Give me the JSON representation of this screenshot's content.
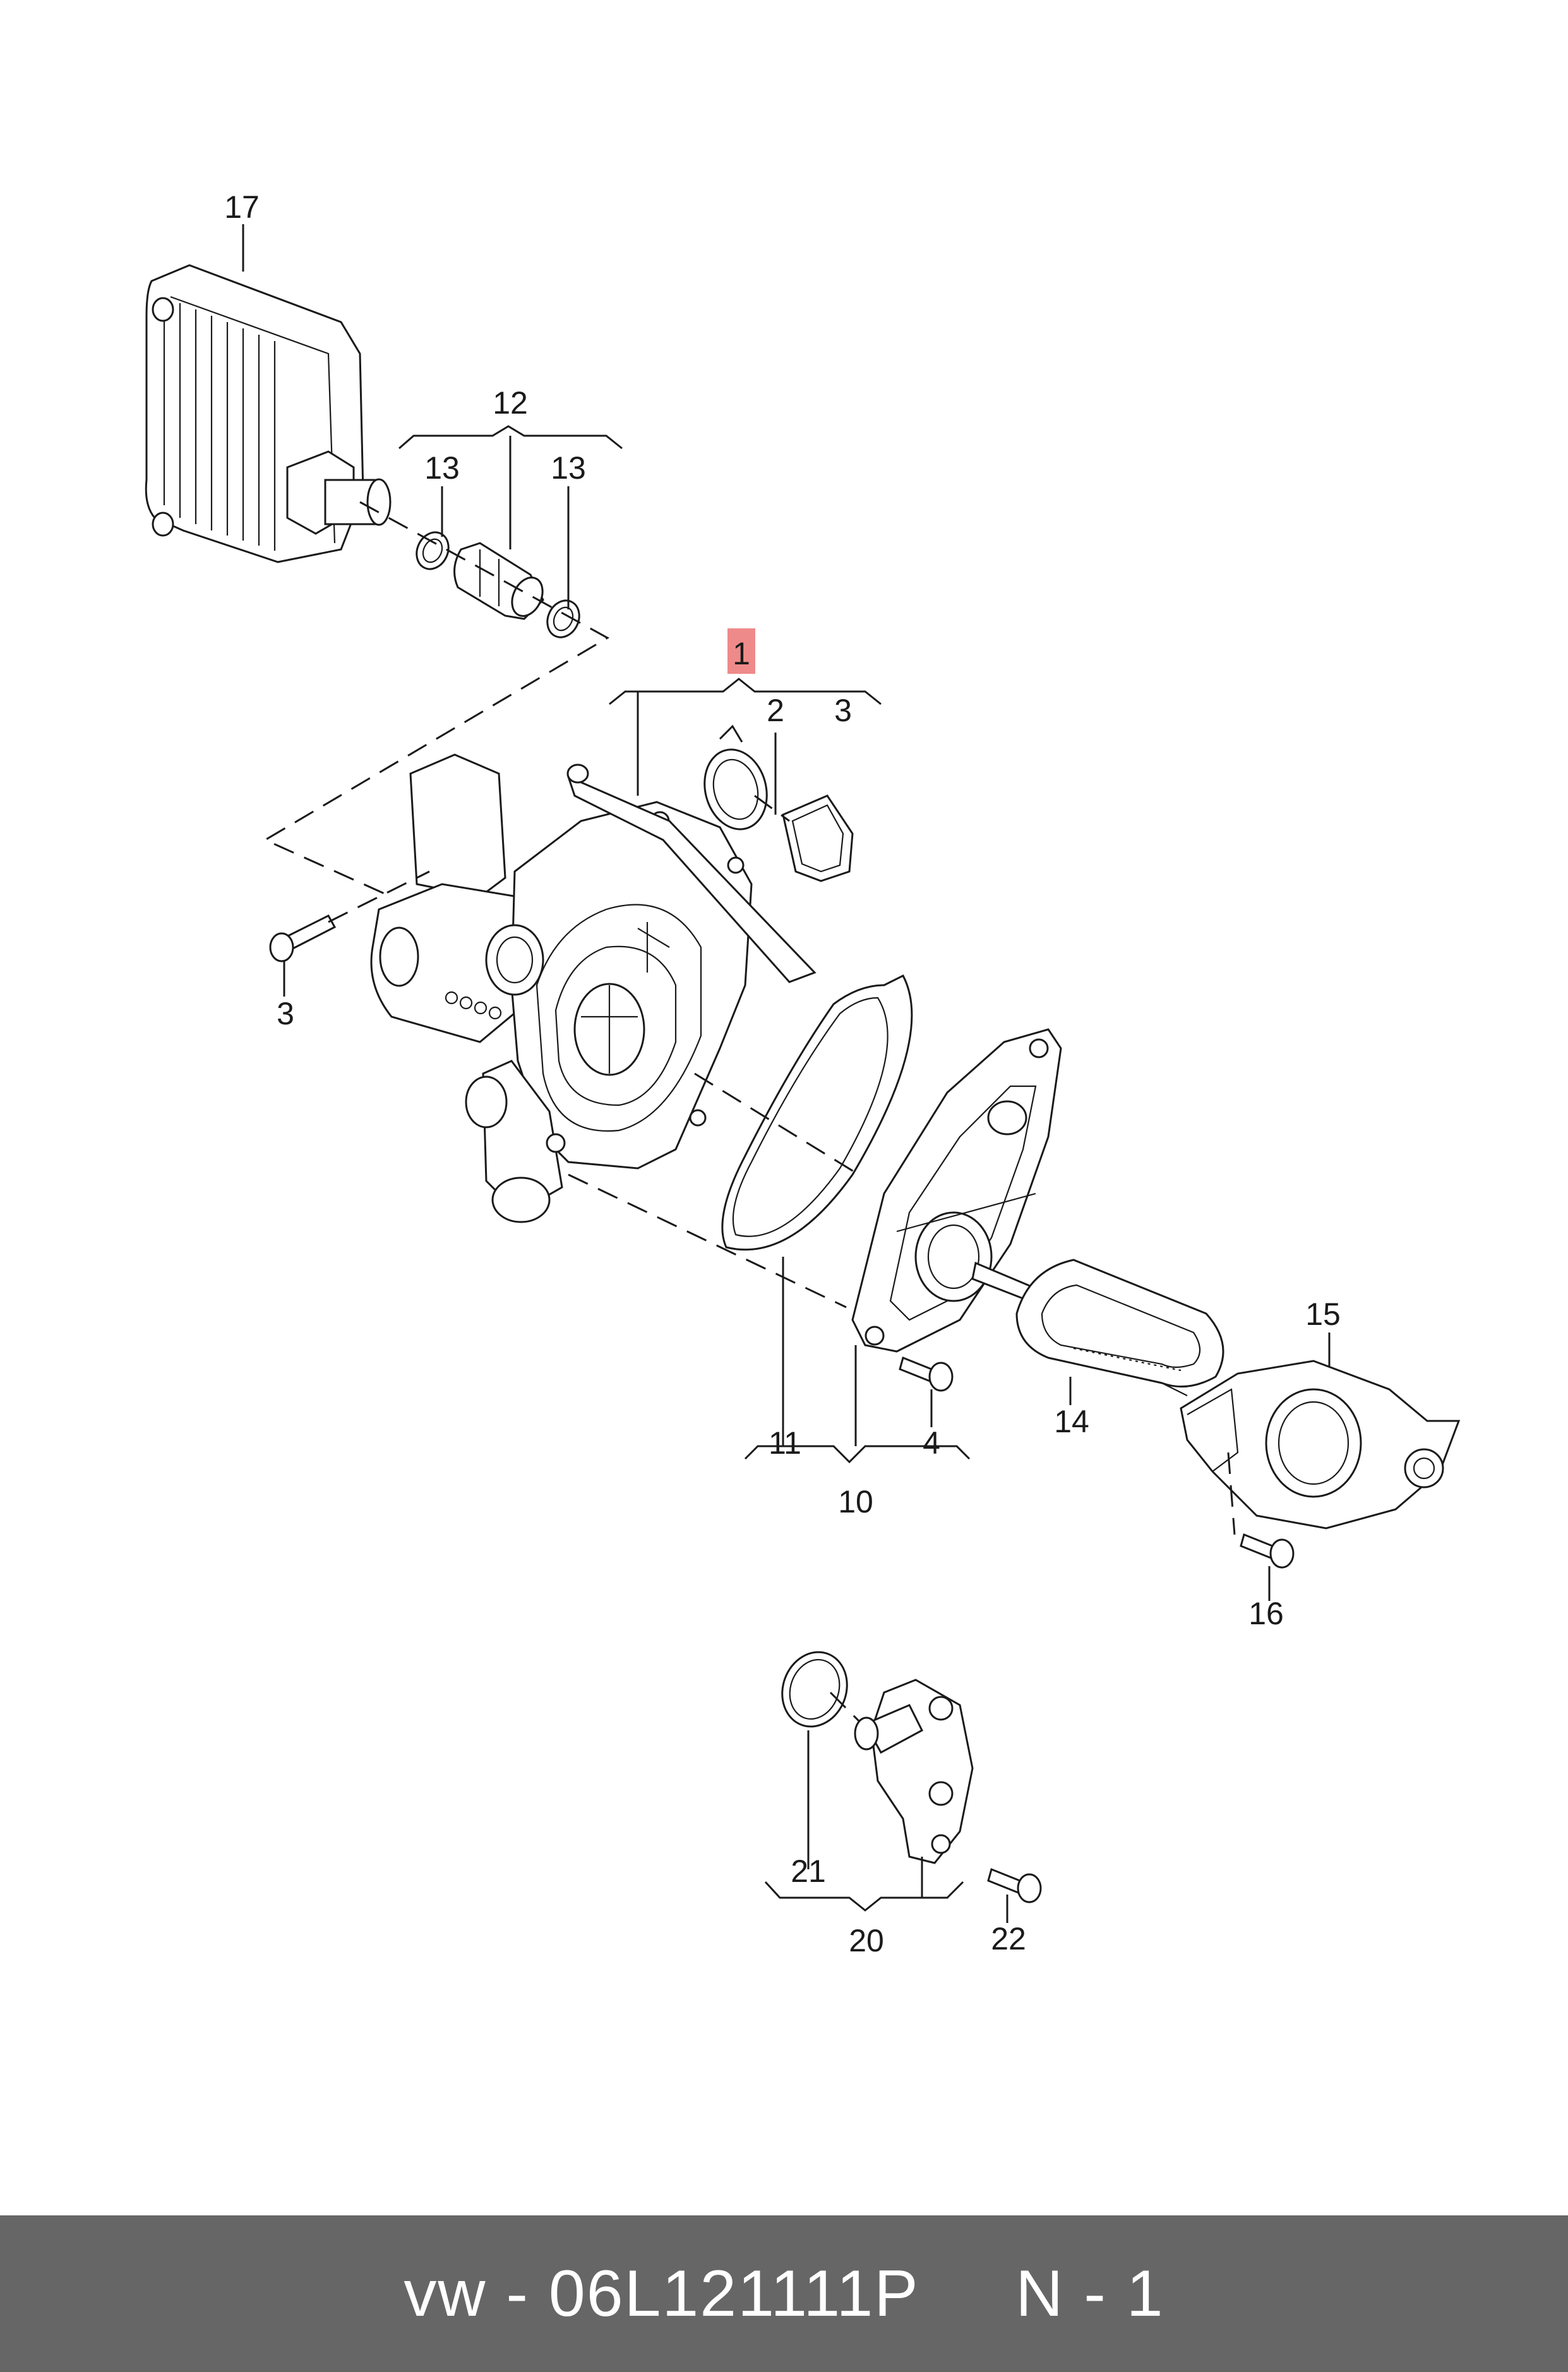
{
  "callouts": {
    "c1": "1",
    "c2": "2",
    "c3a": "3",
    "c3b": "3",
    "c4": "4",
    "c10": "10",
    "c11": "11",
    "c12": "12",
    "c13a": "13",
    "c13b": "13",
    "c14": "14",
    "c15": "15",
    "c16": "16",
    "c17": "17",
    "c20": "20",
    "c21": "21",
    "c22": "22"
  },
  "highlight_color": "#ef8a8a",
  "footer": {
    "text": "vw - 06L121111P     N - 1"
  }
}
